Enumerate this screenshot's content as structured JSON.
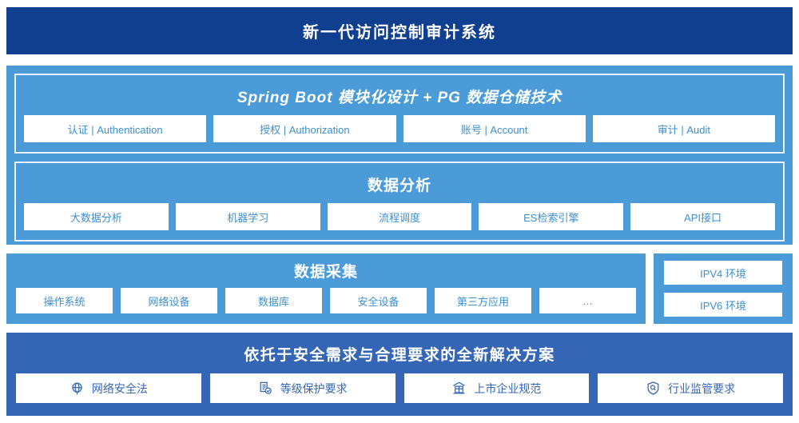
{
  "header": {
    "title": "新一代访问控制审计系统",
    "bg_color": "#103f8f"
  },
  "platform": {
    "bg_color": "#4a9bd8",
    "sections": [
      {
        "title": "Spring Boot 模块化设计 + PG 数据仓储技术",
        "cards": [
          {
            "label": "认证 | Authentication"
          },
          {
            "label": "授权 | Authorization"
          },
          {
            "label": "账号 | Account"
          },
          {
            "label": "审计 | Audit"
          }
        ]
      },
      {
        "title": "数据分析",
        "cards": [
          {
            "label": "大数据分析"
          },
          {
            "label": "机器学习"
          },
          {
            "label": "流程调度"
          },
          {
            "label": "ES检索引擎"
          },
          {
            "label": "API接口"
          }
        ]
      }
    ]
  },
  "collection": {
    "title": "数据采集",
    "bg_color": "#4a9bd8",
    "cards": [
      {
        "label": "操作系统"
      },
      {
        "label": "网络设备"
      },
      {
        "label": "数据库"
      },
      {
        "label": "安全设备"
      },
      {
        "label": "第三方应用"
      },
      {
        "label": "…"
      }
    ]
  },
  "environment": {
    "bg_color": "#4a9bd8",
    "cards": [
      {
        "label": "IPV4 环境"
      },
      {
        "label": "IPV6 环境"
      }
    ]
  },
  "solution": {
    "title": "依托于安全需求与合理要求的全新解决方案",
    "bg_color": "#3566b5",
    "accent_color": "#3566b5",
    "cards": [
      {
        "icon": "globe-icon",
        "label": "网络安全法"
      },
      {
        "icon": "document-check-icon",
        "label": "等级保护要求"
      },
      {
        "icon": "bank-building-icon",
        "label": "上市企业规范"
      },
      {
        "icon": "shield-search-icon",
        "label": "行业监管要求"
      }
    ]
  }
}
